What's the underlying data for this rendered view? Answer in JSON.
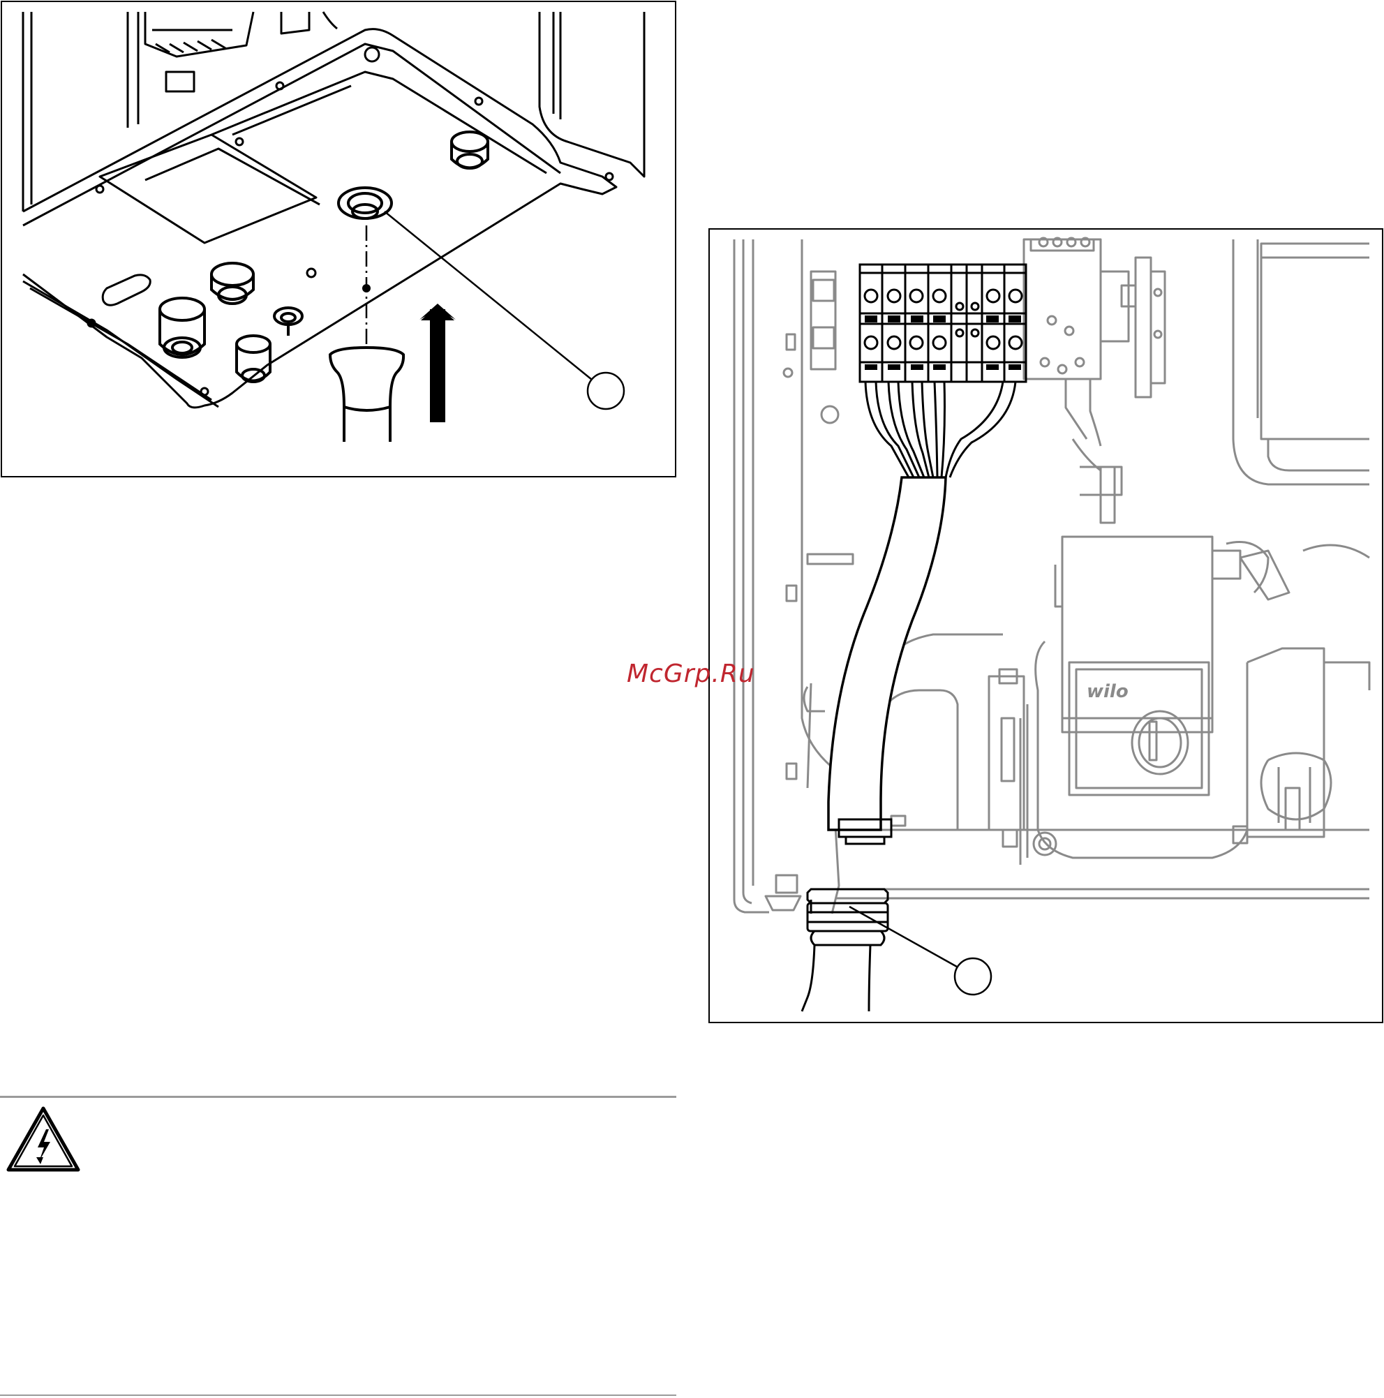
{
  "watermark": {
    "text": "McGrp.Ru",
    "color": "#c0262f"
  },
  "figure_top_left": {
    "callout_label": "",
    "arrow_direction": "up"
  },
  "figure_right": {
    "pump_brand": "wilo",
    "callout_label": ""
  },
  "warning": {
    "icon": "electrical-hazard-icon"
  }
}
